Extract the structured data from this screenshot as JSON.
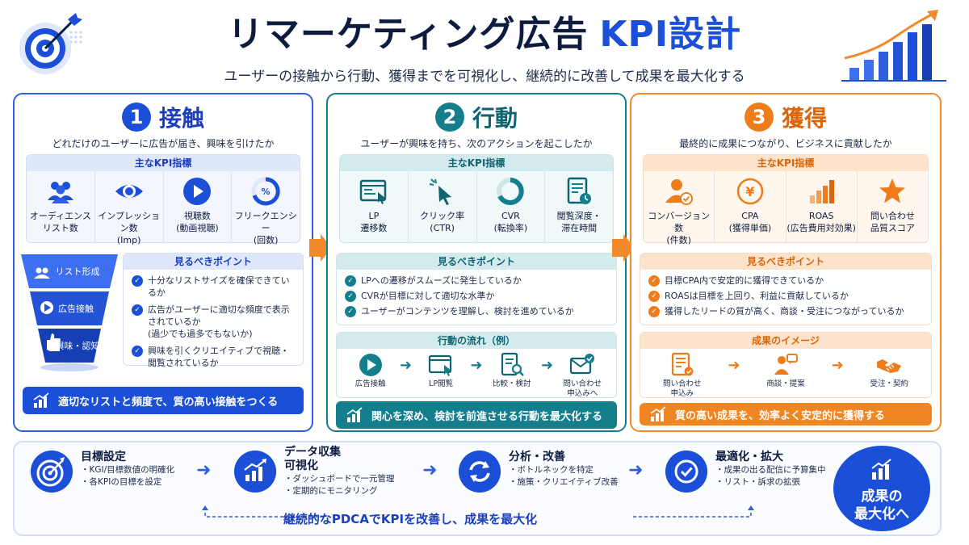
{
  "header": {
    "title": "リマーケティング広告",
    "title_accent": "KPI設計",
    "subtitle": "ユーザーの接触から行動、獲得までを可視化し、継続的に改善して成果を最大化する"
  },
  "phases": [
    {
      "num": "1",
      "title": "接触",
      "desc": "どれだけのユーザーに広告が届き、興味を引けたか",
      "kpi_label": "主なKPI指標",
      "kpis": [
        {
          "l1": "オーディエンス",
          "l2": "リスト数",
          "icon": "users-icon"
        },
        {
          "l1": "インプレッション数",
          "l2": "(Imp)",
          "icon": "eye-icon"
        },
        {
          "l1": "視聴数",
          "l2": "(動画視聴)",
          "icon": "play-icon"
        },
        {
          "l1": "フリークエンシー",
          "l2": "(回数)",
          "icon": "percent-gauge-icon"
        }
      ],
      "points_label": "見るべきポイント",
      "points": [
        {
          "text": "十分なリストサイズを確保できているか",
          "sub": ""
        },
        {
          "text": "広告がユーザーに適切な頻度で表示されているか",
          "sub": "(過少でも過多でもないか)"
        },
        {
          "text": "興味を引くクリエイティブで視聴・閲覧されているか",
          "sub": ""
        }
      ],
      "funnel": [
        "リスト形成",
        "広告接触",
        "興味・認知"
      ],
      "banner": "適切なリストと頻度で、質の高い接触をつくる"
    },
    {
      "num": "2",
      "title": "行動",
      "desc": "ユーザーが興味を持ち、次のアクションを起こしたか",
      "kpi_label": "主なKPI指標",
      "kpis": [
        {
          "l1": "LP",
          "l2": "遷移数",
          "icon": "browser-cursor-icon"
        },
        {
          "l1": "クリック率",
          "l2": "(CTR)",
          "icon": "click-icon"
        },
        {
          "l1": "CVR",
          "l2": "(転換率)",
          "icon": "ring-icon"
        },
        {
          "l1": "閲覧深度・",
          "l2": "滞在時間",
          "icon": "document-clock-icon"
        }
      ],
      "points_label": "見るべきポイント",
      "points": [
        {
          "text": "LPへの遷移がスムーズに発生しているか",
          "sub": ""
        },
        {
          "text": "CVRが目標に対して適切な水準か",
          "sub": ""
        },
        {
          "text": "ユーザーがコンテンツを理解し、検討を進めているか",
          "sub": ""
        }
      ],
      "flow_label": "行動の流れ（例）",
      "flow": [
        {
          "l1": "広告接触",
          "l2": "",
          "icon": "play-icon"
        },
        {
          "l1": "LP閲覧",
          "l2": "",
          "icon": "browser-cursor-icon"
        },
        {
          "l1": "比較・検討",
          "l2": "",
          "icon": "document-search-icon"
        },
        {
          "l1": "問い合わせ",
          "l2": "申込みへ",
          "icon": "mail-check-icon"
        }
      ],
      "banner": "関心を深め、検討を前進させる行動を最大化する"
    },
    {
      "num": "3",
      "title": "獲得",
      "desc": "最終的に成果につながり、ビジネスに貢献したか",
      "kpi_label": "主なKPI指標",
      "kpis": [
        {
          "l1": "コンバージョン数",
          "l2": "(件数)",
          "icon": "user-check-icon"
        },
        {
          "l1": "CPA",
          "l2": "(獲得単価)",
          "icon": "yen-icon"
        },
        {
          "l1": "ROAS",
          "l2": "(広告費用対効果)",
          "icon": "bar-chart-icon"
        },
        {
          "l1": "問い合わせ",
          "l2": "品質スコア",
          "icon": "star-icon"
        }
      ],
      "points_label": "見るべきポイント",
      "points": [
        {
          "text": "目標CPA内で安定的に獲得できているか",
          "sub": ""
        },
        {
          "text": "ROASは目標を上回り、利益に貢献しているか",
          "sub": ""
        },
        {
          "text": "獲得したリードの質が高く、商談・受注につながっているか",
          "sub": ""
        }
      ],
      "flow_label": "成果のイメージ",
      "flow": [
        {
          "l1": "問い合わせ",
          "l2": "申込み",
          "icon": "form-icon"
        },
        {
          "l1": "商談・提案",
          "l2": "",
          "icon": "meeting-icon"
        },
        {
          "l1": "受注・契約",
          "l2": "",
          "icon": "handshake-icon"
        }
      ],
      "banner": "質の高い成果を、効率よく安定的に獲得する"
    }
  ],
  "cycle": {
    "steps": [
      {
        "title": "目標設定",
        "title2": "",
        "items": [
          "・KGI/目標数値の明確化",
          "・各KPIの目標を設定"
        ],
        "icon": "target-icon"
      },
      {
        "title": "データ収集",
        "title2": "可視化",
        "items": [
          "・ダッシュボードで一元管理",
          "・定期的にモニタリング"
        ],
        "icon": "chart-up-icon"
      },
      {
        "title": "分析・改善",
        "title2": "",
        "items": [
          "・ボトルネックを特定",
          "・施策・クリエイティブ改善"
        ],
        "icon": "refresh-icon"
      },
      {
        "title": "最適化・拡大",
        "title2": "",
        "items": [
          "・成果の出る配信に予算集中",
          "・リスト・訴求の拡張"
        ],
        "icon": "check-circle-icon"
      }
    ],
    "pdca": "継続的なPDCAでKPIを改善し、成果を最大化",
    "goal_l1": "成果の",
    "goal_l2": "最大化へ"
  },
  "colors": {
    "blue": "#1b4fd8",
    "teal": "#157e8c",
    "orange": "#ee7c1a",
    "navy": "#0d1b3e"
  }
}
